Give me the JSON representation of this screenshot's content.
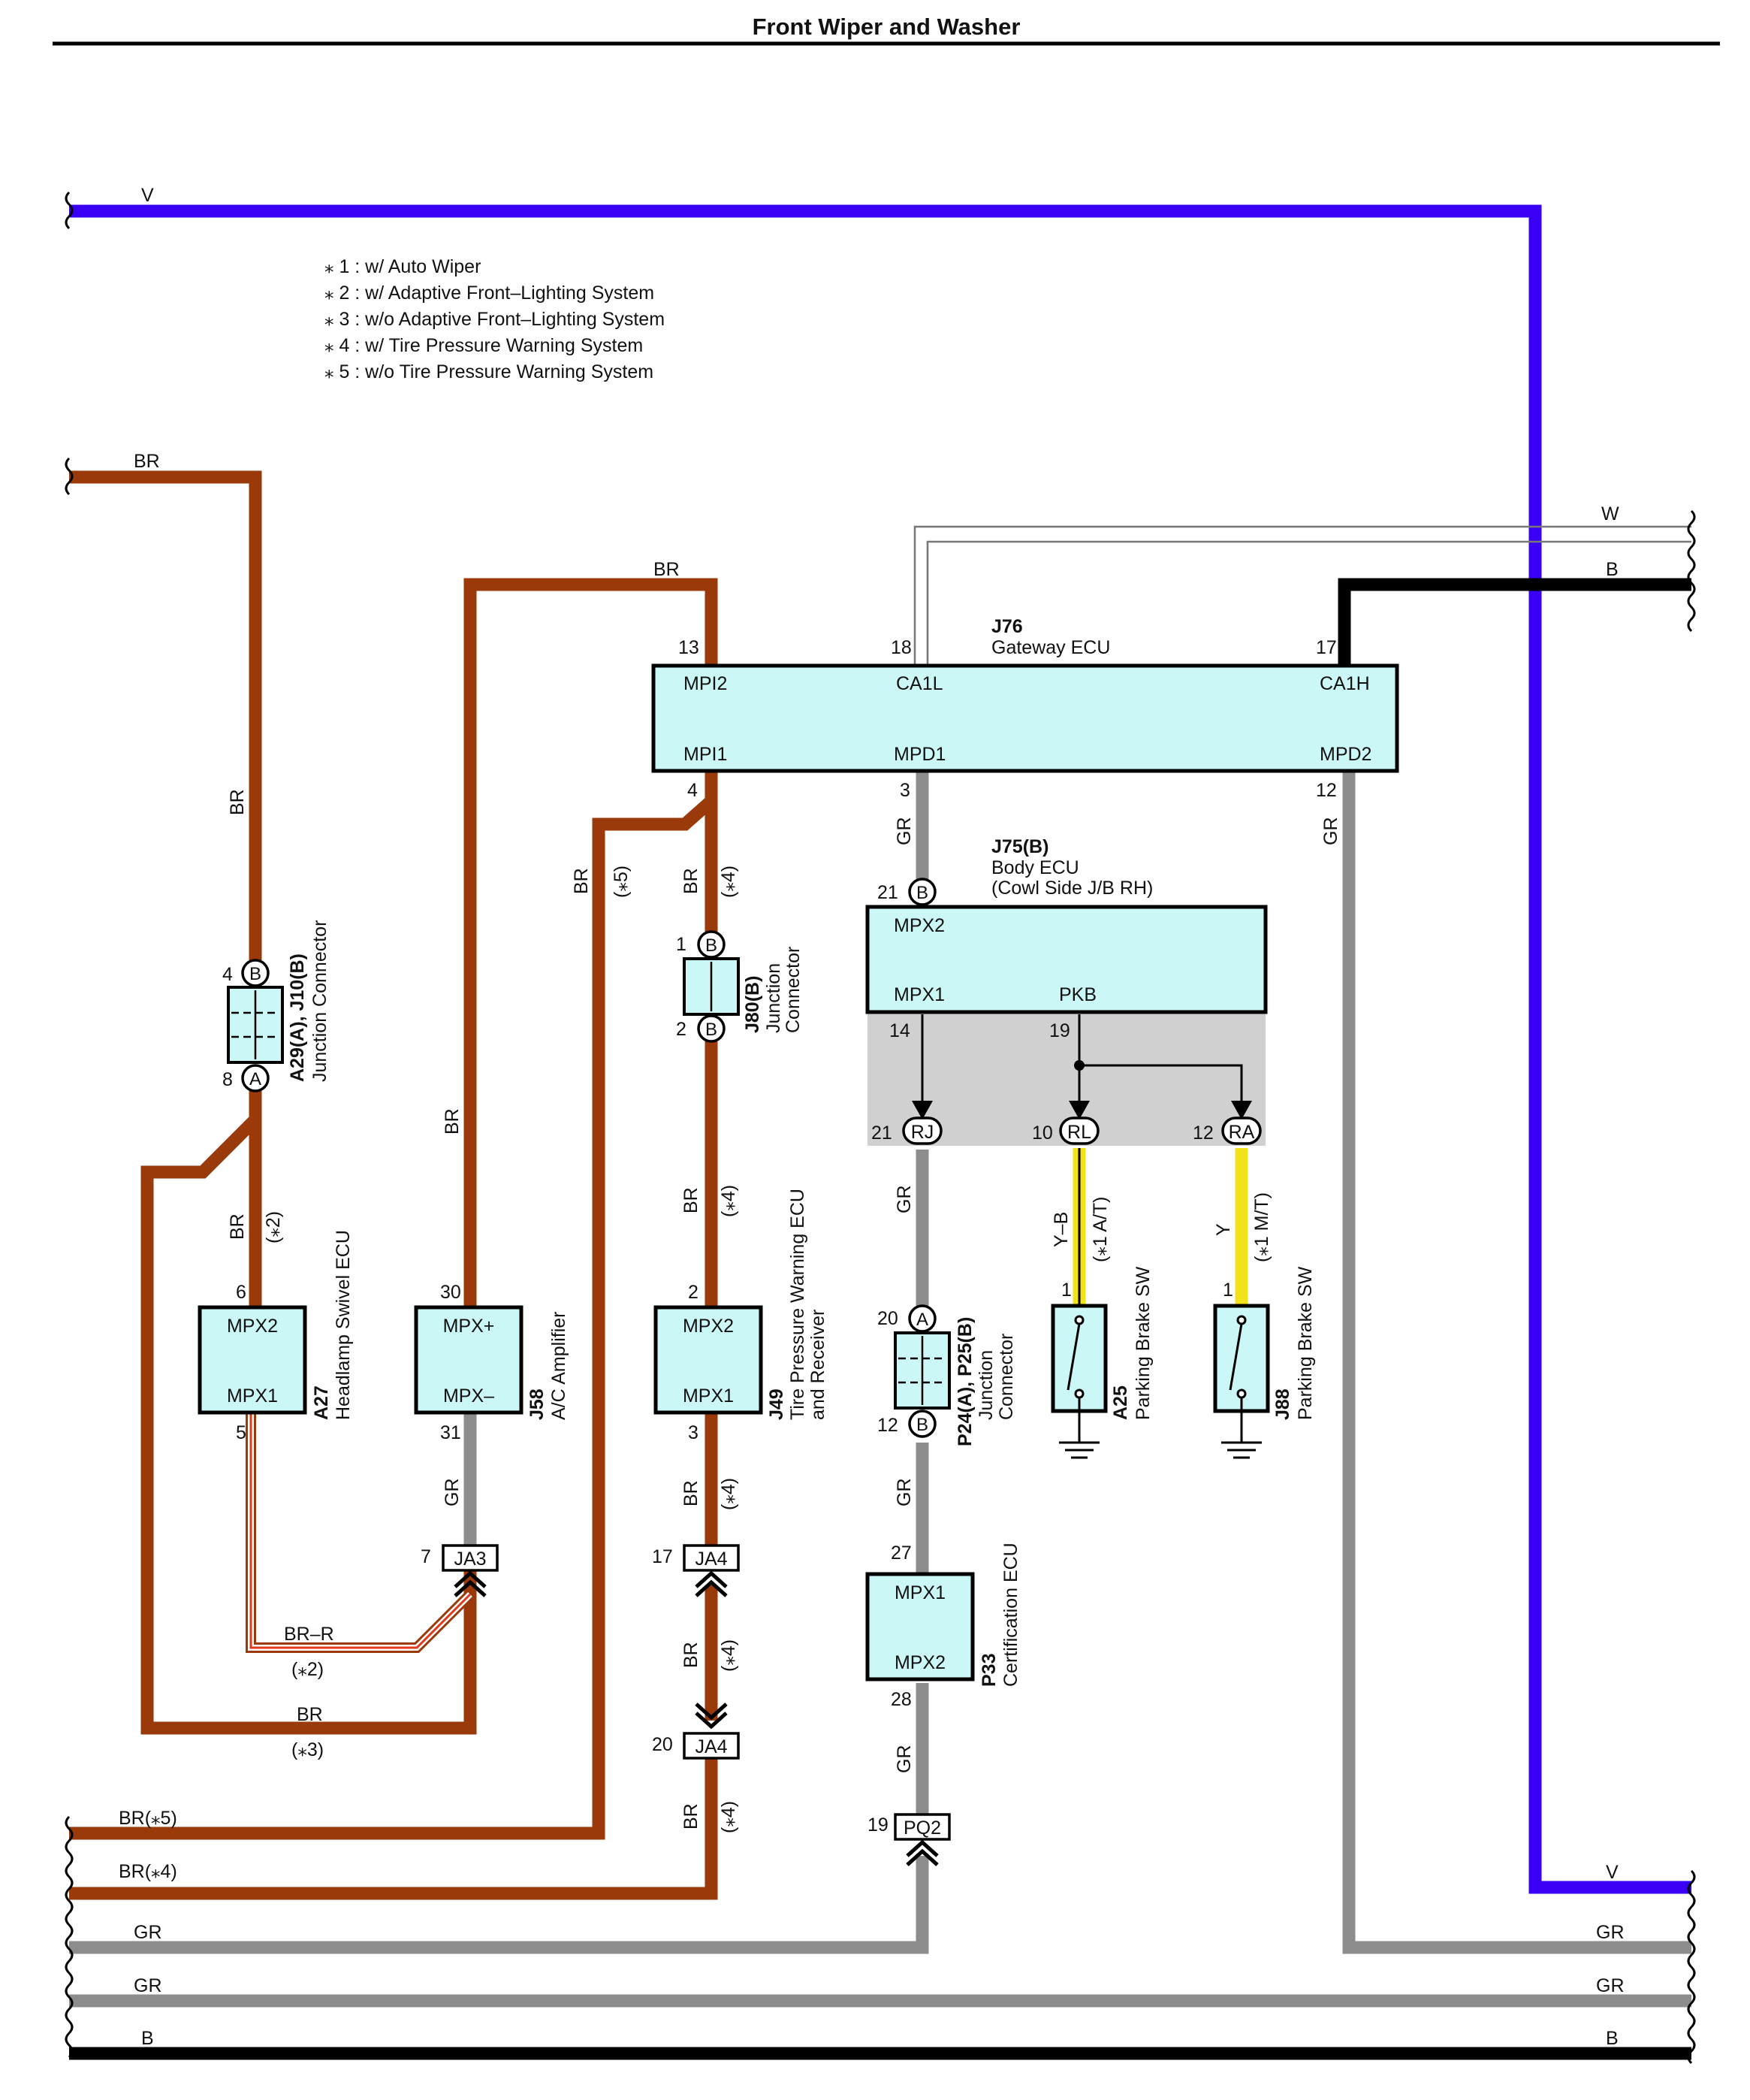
{
  "title": "Front Wiper and Washer",
  "notes": [
    "⁎ 1 : w/ Auto Wiper",
    "⁎ 2 : w/ Adaptive Front–Lighting System",
    "⁎ 3 : w/o Adaptive Front–Lighting System",
    "⁎ 4 : w/ Tire Pressure Warning System",
    "⁎ 5 : w/o Tire Pressure Warning System"
  ],
  "colors": {
    "V": "#3a00f5",
    "BR": "#9a3a0a",
    "GR": "#8c8c8c",
    "B": "#000000",
    "W": "#ffffff",
    "Y": "#f2e21a",
    "R": "#e23a1a",
    "ecu_fill": "#ccf7f7",
    "shade": "#d0d0d0"
  },
  "wire_labels": {
    "V": "V",
    "BR": "BR",
    "GR": "GR",
    "B": "B",
    "W": "W",
    "BR_R": "BR–R",
    "Y_B": "Y–B",
    "Y": "Y",
    "BR_n5": "BR(⁎5)",
    "BR_n4": "BR(⁎4)"
  },
  "notes_ref": {
    "n1at": "(⁎1 A/T)",
    "n1mt": "(⁎1 M/T)",
    "n2": "(⁎2)",
    "n3": "(⁎3)",
    "n4": "(⁎4)",
    "n5": "(⁎5)"
  },
  "components": {
    "J76": {
      "code": "J76",
      "name": "Gateway ECU",
      "terminals": {
        "MPI2": "MPI2",
        "CA1L": "CA1L",
        "CA1H": "CA1H",
        "MPI1": "MPI1",
        "MPD1": "MPD1",
        "MPD2": "MPD2"
      },
      "pins": {
        "p13": "13",
        "p18": "18",
        "p17": "17",
        "p4": "4",
        "p3": "3",
        "p12": "12"
      }
    },
    "J75": {
      "code": "J75(B)",
      "name": "Body ECU",
      "name2": "(Cowl Side J/B RH)",
      "terminals": {
        "MPX2": "MPX2",
        "MPX1": "MPX1",
        "PKB": "PKB"
      },
      "pins": {
        "p21": "21",
        "p14": "14",
        "p19": "19"
      },
      "conn": "B"
    },
    "J80": {
      "code": "J80(B)",
      "name": "Junction",
      "name2": "Connector",
      "pin1": "1",
      "pin2": "2",
      "conn": "B"
    },
    "A29J10": {
      "code": "A29(A), J10(B)",
      "name": "Junction Connector",
      "pin4": "4",
      "pin8": "8",
      "connA": "A",
      "connB": "B"
    },
    "A27": {
      "code": "A27",
      "name": "Headlamp Swivel ECU",
      "t1": "MPX2",
      "t2": "MPX1",
      "pin_top": "6",
      "pin_bot": "5"
    },
    "J58": {
      "code": "J58",
      "name": "A/C Amplifier",
      "t1": "MPX+",
      "t2": "MPX–",
      "pin_top": "30",
      "pin_bot": "31"
    },
    "J49": {
      "code": "J49",
      "name": "Tire Pressure Warning ECU",
      "name2": "and Receiver",
      "t1": "MPX2",
      "t2": "MPX1",
      "pin_top": "2",
      "pin_bot": "3"
    },
    "P24P25": {
      "code": "P24(A), P25(B)",
      "name": "Junction",
      "name2": "Connector",
      "pin20": "20",
      "pin12": "12",
      "connA": "A",
      "connB": "B"
    },
    "P33": {
      "code": "P33",
      "name": "Certification ECU",
      "t1": "MPX1",
      "t2": "MPX2",
      "pin_top": "27",
      "pin_bot": "28"
    },
    "A25": {
      "code": "A25",
      "name": "Parking Brake SW",
      "pin": "1"
    },
    "J88": {
      "code": "J88",
      "name": "Parking Brake SW",
      "pin": "1"
    }
  },
  "connectors": {
    "RJ": {
      "label": "RJ",
      "pin": "21"
    },
    "RL": {
      "label": "RL",
      "pin": "10"
    },
    "RA": {
      "label": "RA",
      "pin": "12"
    },
    "JA3": {
      "label": "JA3",
      "pin": "7"
    },
    "JA4a": {
      "label": "JA4",
      "pin": "17"
    },
    "JA4b": {
      "label": "JA4",
      "pin": "20"
    },
    "PQ2": {
      "label": "PQ2",
      "pin": "19"
    }
  }
}
